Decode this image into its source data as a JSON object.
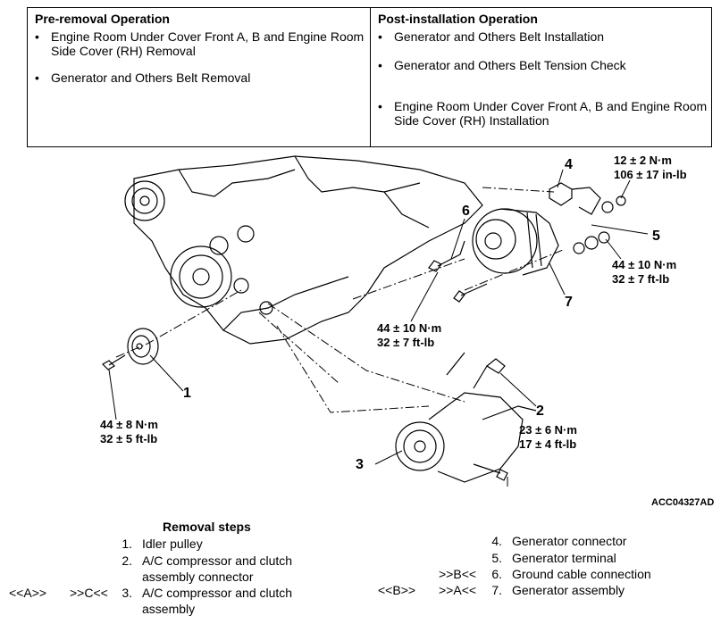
{
  "pre_removal": {
    "heading": "Pre-removal Operation",
    "items": [
      {
        "line1": "Engine Room Under Cover Front A, B and Engine Room",
        "line2": "Side Cover (RH) Removal"
      },
      {
        "line1": "Generator and Others Belt Removal",
        "line2": ""
      }
    ]
  },
  "post_installation": {
    "heading": "Post-installation Operation",
    "items": [
      {
        "line1": "Generator and Others Belt Installation",
        "line2": ""
      },
      {
        "line1": "Generator and Others Belt Tension Check",
        "line2": ""
      },
      {
        "line1": "Engine Room Under Cover Front A, B and Engine Room",
        "line2": "Side Cover (RH) Installation"
      }
    ]
  },
  "bullet": "•",
  "diagram": {
    "callouts": [
      "1",
      "2",
      "3",
      "4",
      "5",
      "6",
      "7"
    ],
    "torques": {
      "t1": {
        "line1": "44 ± 8 N·m",
        "line2": "32 ± 5 ft-lb"
      },
      "t2": {
        "line1": "23 ± 6 N·m",
        "line2": "17 ± 4 ft-lb"
      },
      "t4": {
        "line1": "12 ± 2 N·m",
        "line2": "106 ± 17 in-lb"
      },
      "t5": {
        "line1": "44 ± 10 N·m",
        "line2": "32 ± 7 ft-lb"
      },
      "t6": {
        "line1": "44 ± 10 N·m",
        "line2": "32 ± 7 ft-lb"
      }
    },
    "figure_code": "ACC04327AD"
  },
  "removal_steps": {
    "title": "Removal steps",
    "left_steps": [
      {
        "num": "1.",
        "line1": "Idler pulley",
        "line2": ""
      },
      {
        "num": "2.",
        "line1": "A/C compressor and clutch",
        "line2": "assembly connector"
      },
      {
        "num": "3.",
        "line1": "A/C compressor and clutch",
        "line2": "assembly"
      }
    ],
    "right_steps": [
      {
        "num": "4.",
        "text": "Generator connector"
      },
      {
        "num": "5.",
        "text": "Generator terminal"
      },
      {
        "num": "6.",
        "text": "Ground cable connection"
      },
      {
        "num": "7.",
        "text": "Generator assembly"
      }
    ],
    "markers": {
      "step3_install": "<<A>>",
      "step3_remove": ">>C<<",
      "step6_remove": ">>B<<",
      "step7_install": "<<B>>",
      "step7_remove": ">>A<<"
    }
  }
}
